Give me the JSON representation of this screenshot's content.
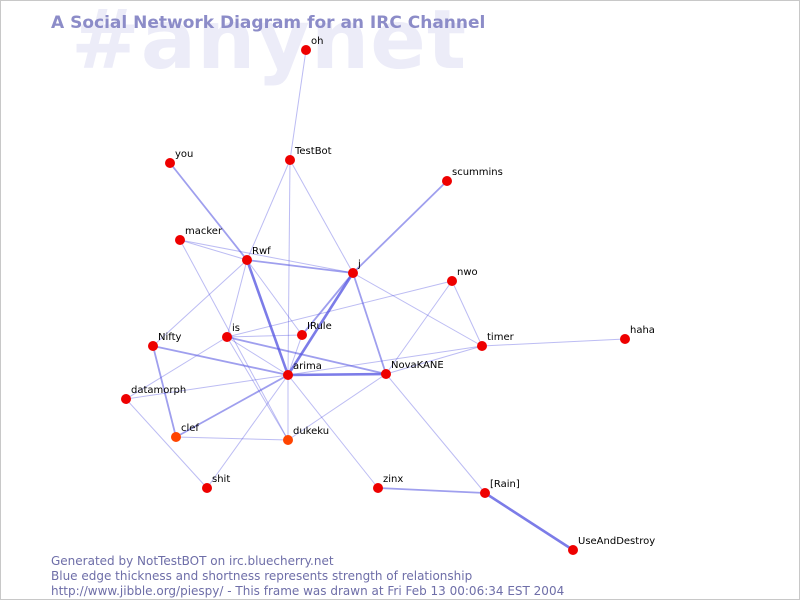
{
  "watermark": "#anynet",
  "title": "A Social Network Diagram for an IRC Channel",
  "footer": {
    "line1": "Generated by NotTestBOT on irc.bluecherry.net",
    "line2": "Blue edge thickness and shortness represents strength of relationship",
    "line3": "http://www.jibble.org/piespy/ - This frame was drawn at Fri Feb 13 00:06:34 EST 2004"
  },
  "colors": {
    "node": "#ee0000",
    "node_recent": "#ff4400",
    "edge": "#5050e0"
  },
  "nodes": [
    {
      "id": "oh",
      "label": "oh"
    },
    {
      "id": "TestBot",
      "label": "TestBot"
    },
    {
      "id": "you",
      "label": "you"
    },
    {
      "id": "scummins",
      "label": "scummins"
    },
    {
      "id": "macker",
      "label": "macker"
    },
    {
      "id": "Rwf",
      "label": "Rwf"
    },
    {
      "id": "j",
      "label": "j"
    },
    {
      "id": "nwo",
      "label": "nwo"
    },
    {
      "id": "haha",
      "label": "haha"
    },
    {
      "id": "Nifty",
      "label": "Nifty"
    },
    {
      "id": "is",
      "label": "is"
    },
    {
      "id": "IRule",
      "label": "IRule"
    },
    {
      "id": "timer",
      "label": "timer"
    },
    {
      "id": "arima",
      "label": "arima"
    },
    {
      "id": "NovaKANE",
      "label": "NovaKANE"
    },
    {
      "id": "datamorph",
      "label": "datamorph"
    },
    {
      "id": "clef",
      "label": "clef"
    },
    {
      "id": "dukeku",
      "label": "dukeku"
    },
    {
      "id": "shit",
      "label": "shit"
    },
    {
      "id": "zinx",
      "label": "zinx"
    },
    {
      "id": "Rain",
      "label": "[Rain]"
    },
    {
      "id": "UseAndDestroy",
      "label": "UseAndDestroy"
    }
  ],
  "edges": [
    {
      "from": "oh",
      "to": "TestBot",
      "weight": 1
    },
    {
      "from": "TestBot",
      "to": "Rwf",
      "weight": 1
    },
    {
      "from": "TestBot",
      "to": "j",
      "weight": 1
    },
    {
      "from": "TestBot",
      "to": "arima",
      "weight": 1
    },
    {
      "from": "you",
      "to": "Rwf",
      "weight": 2
    },
    {
      "from": "scummins",
      "to": "j",
      "weight": 2
    },
    {
      "from": "macker",
      "to": "Rwf",
      "weight": 1
    },
    {
      "from": "macker",
      "to": "j",
      "weight": 1
    },
    {
      "from": "macker",
      "to": "dukeku",
      "weight": 1
    },
    {
      "from": "Rwf",
      "to": "j",
      "weight": 2
    },
    {
      "from": "Rwf",
      "to": "is",
      "weight": 1
    },
    {
      "from": "Rwf",
      "to": "arima",
      "weight": 3
    },
    {
      "from": "Rwf",
      "to": "Nifty",
      "weight": 1
    },
    {
      "from": "Rwf",
      "to": "IRule",
      "weight": 1
    },
    {
      "from": "j",
      "to": "arima",
      "weight": 3
    },
    {
      "from": "j",
      "to": "NovaKANE",
      "weight": 2
    },
    {
      "from": "j",
      "to": "IRule",
      "weight": 2
    },
    {
      "from": "j",
      "to": "timer",
      "weight": 1
    },
    {
      "from": "nwo",
      "to": "timer",
      "weight": 1
    },
    {
      "from": "nwo",
      "to": "NovaKANE",
      "weight": 1
    },
    {
      "from": "nwo",
      "to": "is",
      "weight": 1
    },
    {
      "from": "haha",
      "to": "timer",
      "weight": 1
    },
    {
      "from": "timer",
      "to": "NovaKANE",
      "weight": 1
    },
    {
      "from": "timer",
      "to": "arima",
      "weight": 1
    },
    {
      "from": "Nifty",
      "to": "arima",
      "weight": 2
    },
    {
      "from": "Nifty",
      "to": "clef",
      "weight": 2
    },
    {
      "from": "is",
      "to": "NovaKANE",
      "weight": 2
    },
    {
      "from": "is",
      "to": "IRule",
      "weight": 1
    },
    {
      "from": "is",
      "to": "arima",
      "weight": 1
    },
    {
      "from": "is",
      "to": "dukeku",
      "weight": 1
    },
    {
      "from": "is",
      "to": "datamorph",
      "weight": 1
    },
    {
      "from": "IRule",
      "to": "arima",
      "weight": 1
    },
    {
      "from": "arima",
      "to": "NovaKANE",
      "weight": 3
    },
    {
      "from": "arima",
      "to": "clef",
      "weight": 2
    },
    {
      "from": "arima",
      "to": "dukeku",
      "weight": 1
    },
    {
      "from": "arima",
      "to": "shit",
      "weight": 1
    },
    {
      "from": "arima",
      "to": "zinx",
      "weight": 1
    },
    {
      "from": "NovaKANE",
      "to": "dukeku",
      "weight": 1
    },
    {
      "from": "NovaKANE",
      "to": "Rain",
      "weight": 1
    },
    {
      "from": "datamorph",
      "to": "shit",
      "weight": 1
    },
    {
      "from": "datamorph",
      "to": "arima",
      "weight": 1
    },
    {
      "from": "clef",
      "to": "dukeku",
      "weight": 1
    },
    {
      "from": "zinx",
      "to": "Rain",
      "weight": 2
    },
    {
      "from": "Rain",
      "to": "UseAndDestroy",
      "weight": 3
    }
  ]
}
